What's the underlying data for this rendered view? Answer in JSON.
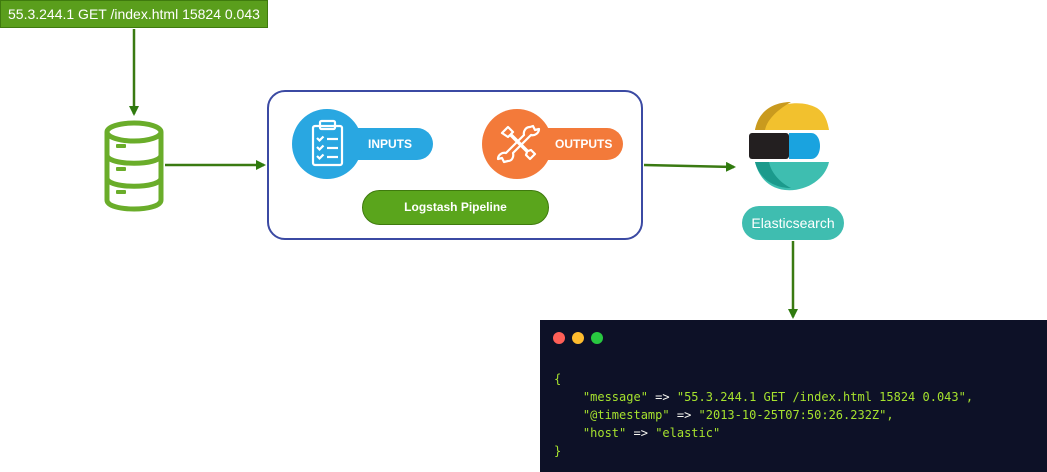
{
  "log_line": "55.3.244.1 GET /index.html 15824 0.043",
  "pipeline": {
    "inputs_label": "INPUTS",
    "outputs_label": "OUTPUTS",
    "pipeline_label": "Logstash Pipeline"
  },
  "elasticsearch_label": "Elasticsearch",
  "output_doc": {
    "open_brace": "{",
    "close_brace": "}",
    "arrow": "=>",
    "fields": [
      {
        "key": "\"message\"",
        "value": "\"55.3.244.1 GET /index.html 15824 0.043\"",
        "punct": ","
      },
      {
        "key": "\"@timestamp\"",
        "value": "\"2013-10-25T07:50:26.232Z\"",
        "punct": ","
      },
      {
        "key": "\"host\"",
        "value": "\"elastic\"",
        "punct": ""
      }
    ]
  },
  "colors": {
    "green": "#5a9e1c",
    "blue": "#29a7e1",
    "orange": "#f37a3a",
    "teal": "#3fbdb0",
    "pipeline_border": "#3b4aa3",
    "terminal_bg": "#0d1127"
  },
  "icons": [
    "database-icon",
    "clipboard-checklist-icon",
    "tools-icon",
    "elasticsearch-logo-icon"
  ]
}
